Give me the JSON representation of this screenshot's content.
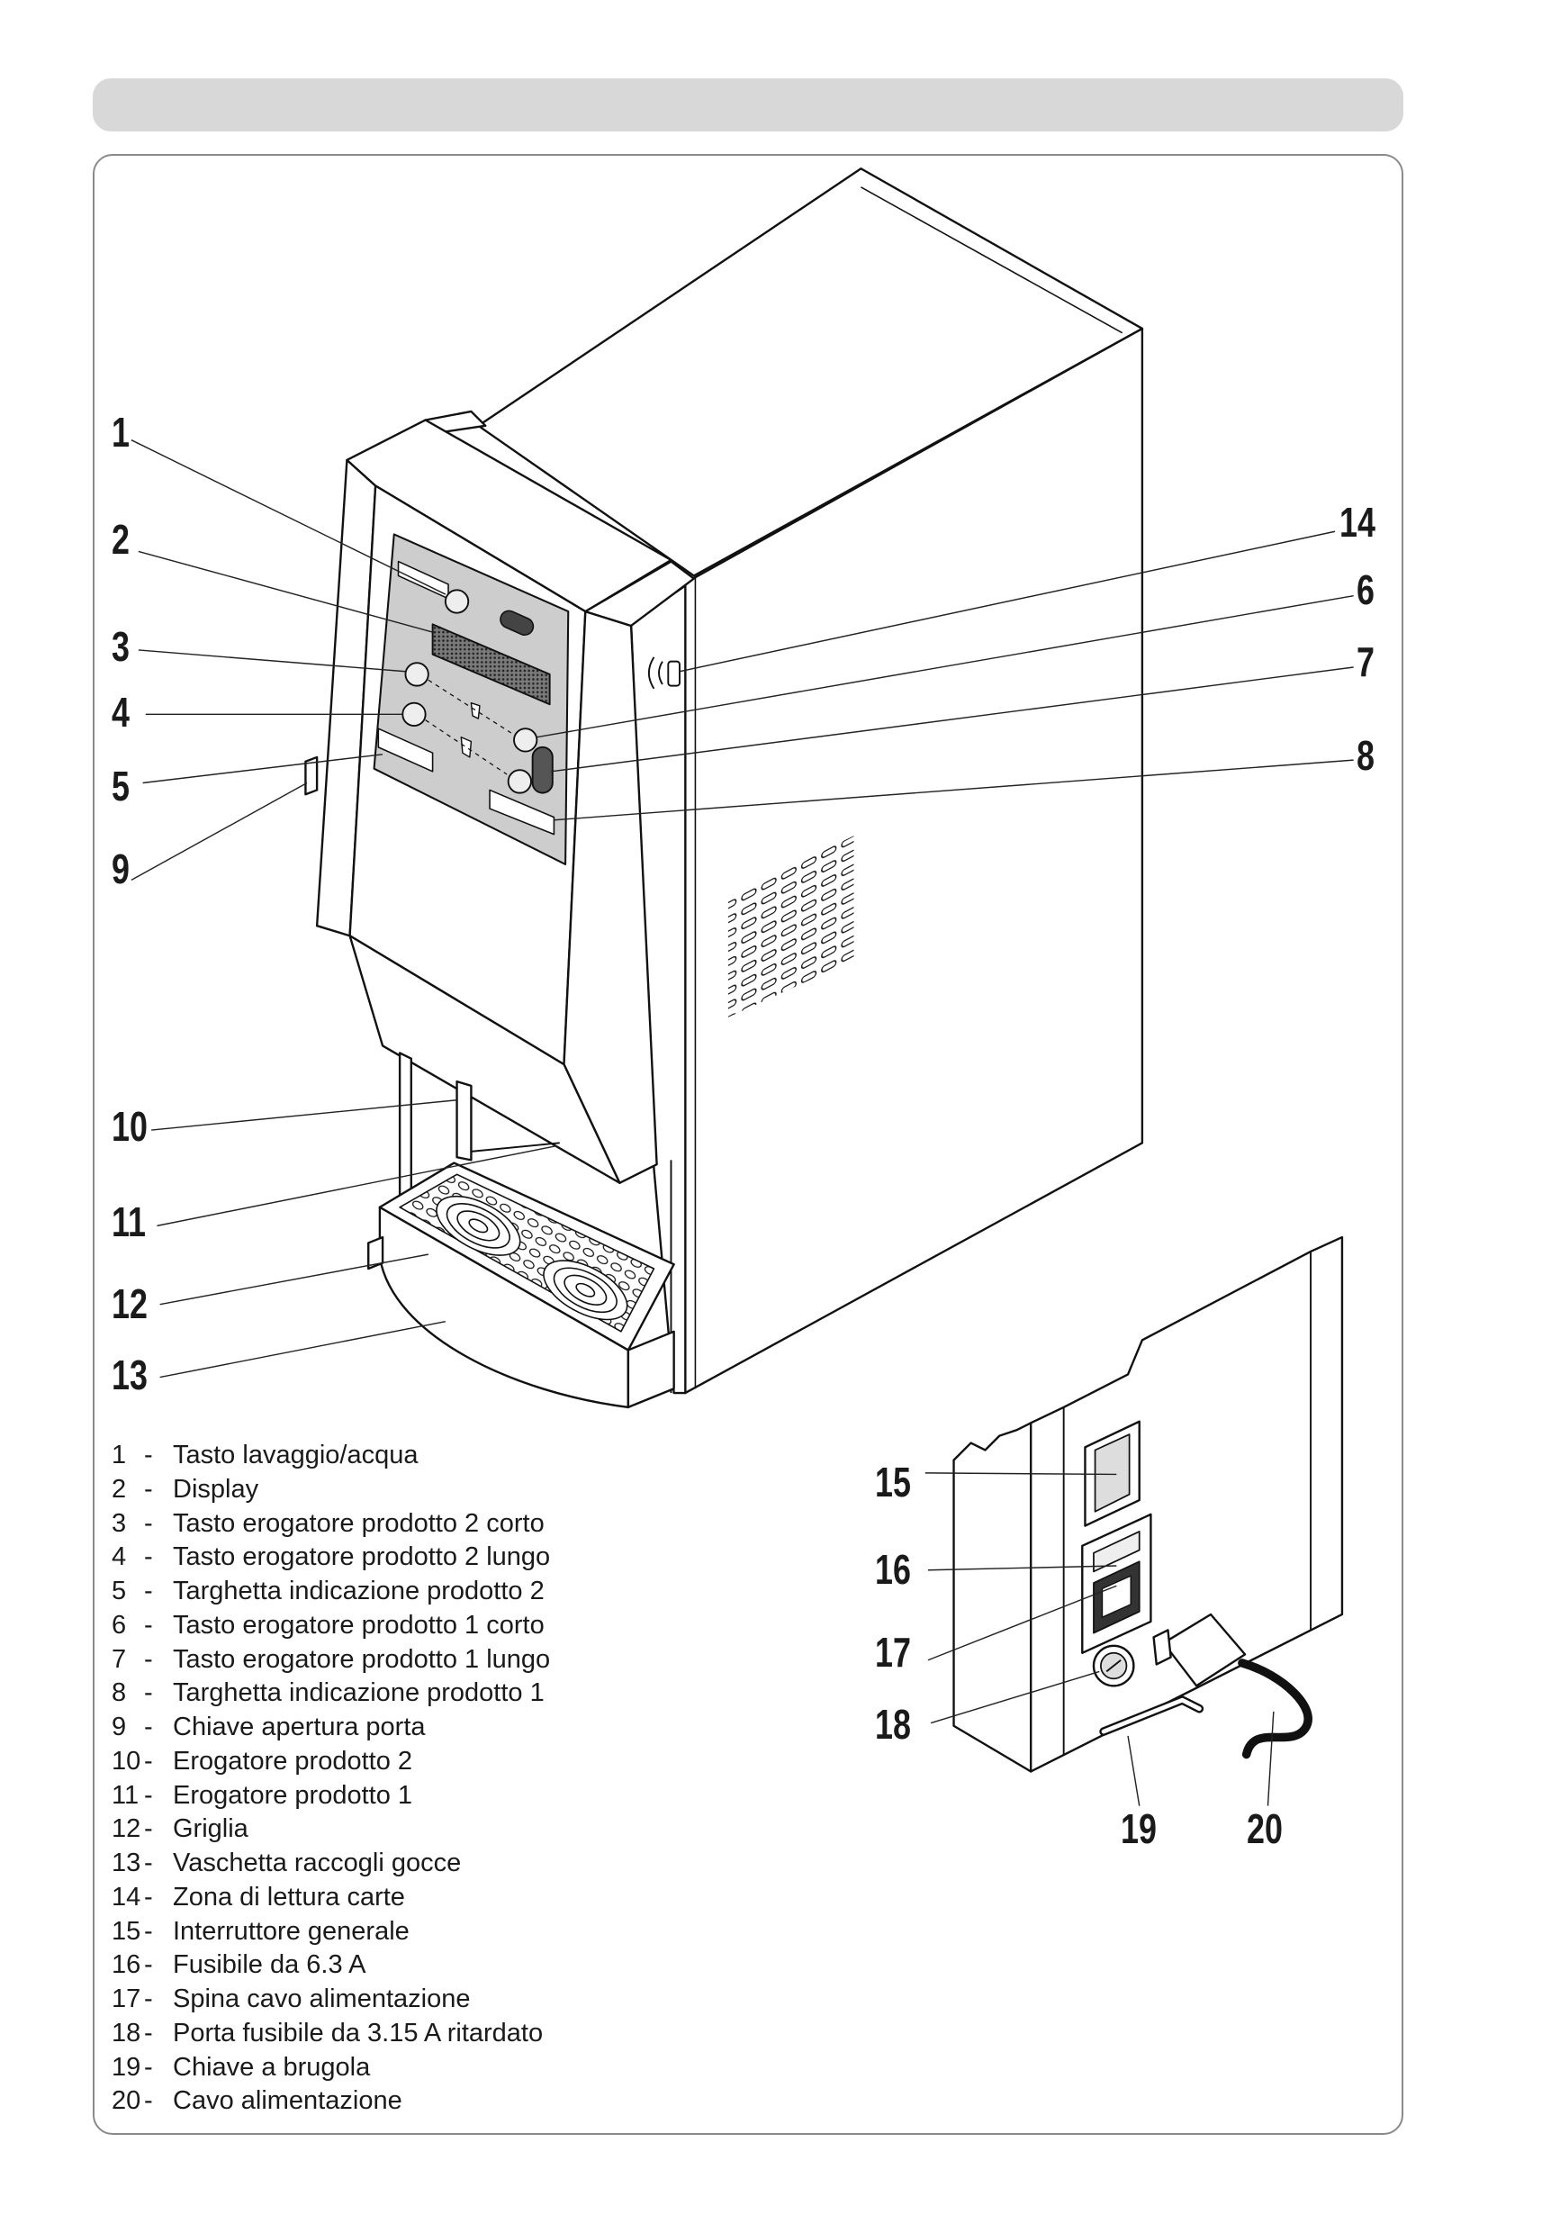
{
  "callouts": [
    "1",
    "2",
    "3",
    "4",
    "5",
    "9",
    "10",
    "11",
    "12",
    "13",
    "14",
    "6",
    "7",
    "8",
    "15",
    "16",
    "17",
    "18",
    "19",
    "20"
  ],
  "separator": "-",
  "legend": [
    {
      "num": "1",
      "text": "Tasto lavaggio/acqua"
    },
    {
      "num": "2",
      "text": "Display"
    },
    {
      "num": "3",
      "text": "Tasto erogatore prodotto 2 corto"
    },
    {
      "num": "4",
      "text": "Tasto erogatore prodotto 2 lungo"
    },
    {
      "num": "5",
      "text": "Targhetta indicazione prodotto 2"
    },
    {
      "num": "6",
      "text": "Tasto erogatore prodotto 1 corto"
    },
    {
      "num": "7",
      "text": "Tasto erogatore prodotto 1 lungo"
    },
    {
      "num": "8",
      "text": "Targhetta indicazione prodotto 1"
    },
    {
      "num": "9",
      "text": "Chiave apertura porta"
    },
    {
      "num": "10",
      "text": "Erogatore prodotto 2"
    },
    {
      "num": "11",
      "text": "Erogatore prodotto 1"
    },
    {
      "num": "12",
      "text": "Griglia"
    },
    {
      "num": "13",
      "text": "Vaschetta raccogli gocce"
    },
    {
      "num": "14",
      "text": "Zona di lettura carte"
    },
    {
      "num": "15",
      "text": "Interruttore generale"
    },
    {
      "num": "16",
      "text": "Fusibile da 6.3 A"
    },
    {
      "num": "17",
      "text": "Spina cavo alimentazione"
    },
    {
      "num": "18",
      "text": "Porta fusibile da 3.15 A ritardato"
    },
    {
      "num": "19",
      "text": "Chiave a brugola"
    },
    {
      "num": "20",
      "text": "Cavo alimentazione"
    }
  ],
  "colors": {
    "header_bar": "#d8d8d8",
    "control_panel": "#cdcdcd",
    "frame_border": "#8a8a8a",
    "line_art": "#111111"
  }
}
